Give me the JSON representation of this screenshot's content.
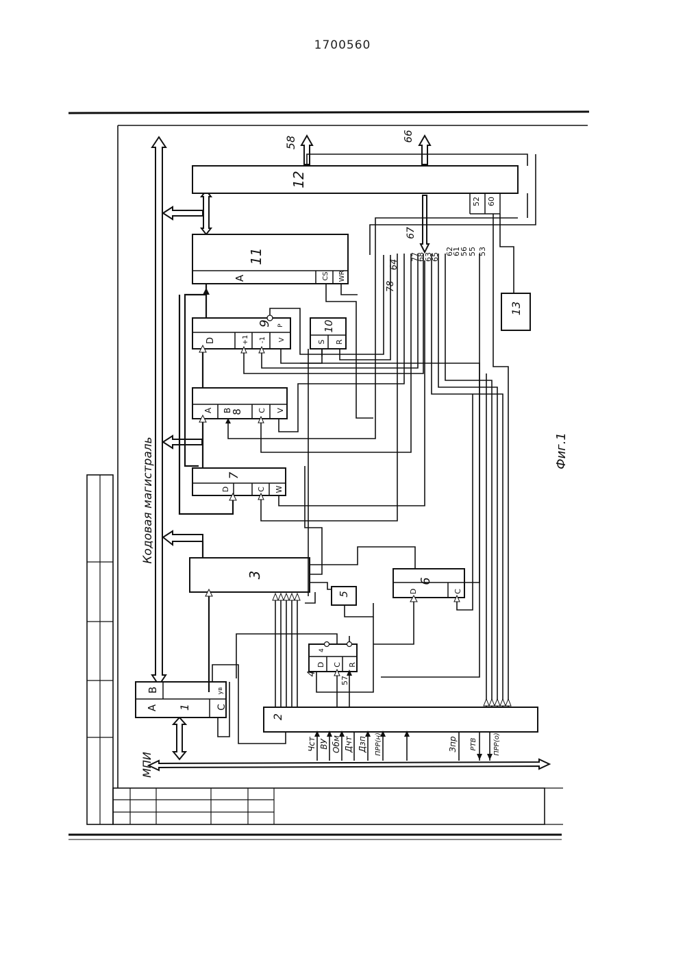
{
  "document": {
    "patent_number": "1700560",
    "figure_caption": "Фиг.1",
    "bus_label": "Кодовая магистраль",
    "interface_label": "МПИ"
  },
  "blocks": [
    {
      "id": "1",
      "pins": [
        "B",
        "A",
        "C",
        "ув"
      ]
    },
    {
      "id": "2",
      "pins": []
    },
    {
      "id": "3",
      "pins": []
    },
    {
      "id": "4",
      "pins": [
        "D",
        "C",
        "R",
        "4"
      ]
    },
    {
      "id": "5",
      "pins": []
    },
    {
      "id": "6",
      "pins": [
        "D",
        "C"
      ]
    },
    {
      "id": "7",
      "pins": [
        "D",
        "C",
        "W"
      ]
    },
    {
      "id": "8",
      "pins": [
        "A",
        "B",
        "C",
        "V"
      ]
    },
    {
      "id": "9",
      "pins": [
        "D",
        "+1",
        "-1",
        "V",
        "P"
      ]
    },
    {
      "id": "10",
      "pins": [
        "S",
        "R"
      ]
    },
    {
      "id": "11",
      "pins": [
        "A",
        "CS",
        "WR"
      ]
    },
    {
      "id": "12",
      "pins": [
        "52",
        "60"
      ]
    },
    {
      "id": "13",
      "pins": []
    }
  ],
  "interface_signals": [
    "Чст",
    "ВУ",
    "Обм",
    "Дчт",
    "Дзп",
    "ПРР(н)",
    "Зпр",
    "РТВ",
    "ПРР(о)"
  ],
  "line_numbers": {
    "outputs": [
      "58",
      "66",
      "67"
    ],
    "group_right": [
      "64",
      "77",
      "68",
      "63",
      "65",
      "62",
      "61",
      "56",
      "55",
      "53"
    ],
    "left": [
      "78"
    ],
    "pin_4": [
      "57"
    ]
  }
}
